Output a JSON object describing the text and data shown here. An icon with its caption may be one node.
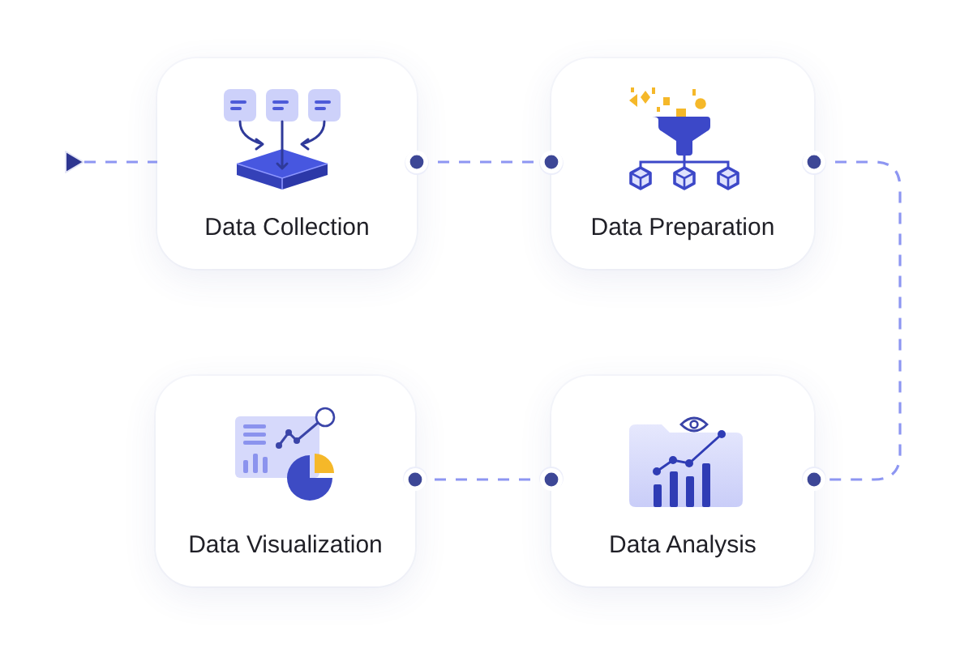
{
  "diagram": {
    "nodes": [
      {
        "text": [],
        "shape": "triangle"
      },
      {
        "text": [
          "Data Collection"
        ]
      },
      {
        "text": [
          "Data Preparation"
        ]
      },
      {
        "text": [
          "Data Visualization"
        ]
      },
      {
        "text": [
          "Data Analysis"
        ]
      }
    ],
    "edges": [
      {
        "from": 0,
        "to": 1,
        "arrow": "none",
        "style": "dashed"
      },
      {
        "from": 1,
        "to": 2,
        "arrow": "other",
        "style": "dashed"
      },
      {
        "from": 2,
        "to": 4,
        "arrow": "other",
        "style": "dashed"
      },
      {
        "from": 4,
        "to": 3,
        "arrow": "other",
        "style": "dashed"
      }
    ]
  }
}
